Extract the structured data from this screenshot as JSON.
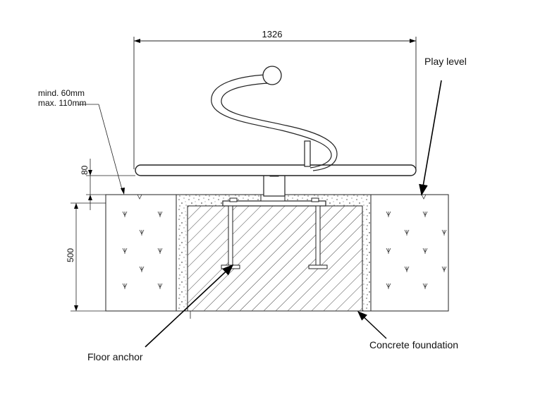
{
  "labels": {
    "width_dim": "1326",
    "depth_dim": "500",
    "top_dim": "80",
    "mind_line1": "mind. 60mm",
    "mind_line2": "max. 110mm",
    "play_level": "Play level",
    "floor_anchor": "Floor anchor",
    "concrete_foundation": "Concrete foundation"
  }
}
